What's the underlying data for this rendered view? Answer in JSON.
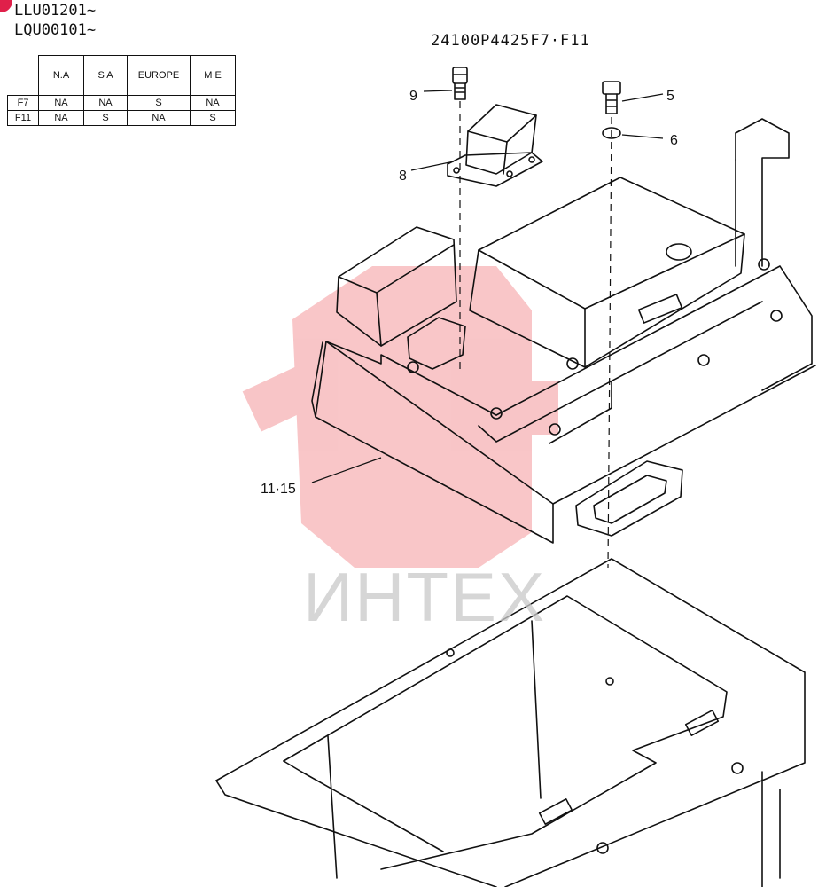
{
  "header": {
    "serial_line_1": "LLU01201~",
    "serial_line_2": "LQU00101~",
    "part_number": "24100P4425F7·F11"
  },
  "table": {
    "columns": [
      "",
      "N.A",
      "S A",
      "EUROPE",
      "M E"
    ],
    "rows": [
      {
        "label": "F7",
        "cells": [
          "NA",
          "NA",
          "S",
          "NA"
        ]
      },
      {
        "label": "F11",
        "cells": [
          "NA",
          "S",
          "NA",
          "S"
        ]
      }
    ]
  },
  "callouts": [
    "9",
    "5",
    "6",
    "8",
    "11·15"
  ],
  "watermark": {
    "text": "ИНТЕХ",
    "color": "#e8333a"
  }
}
